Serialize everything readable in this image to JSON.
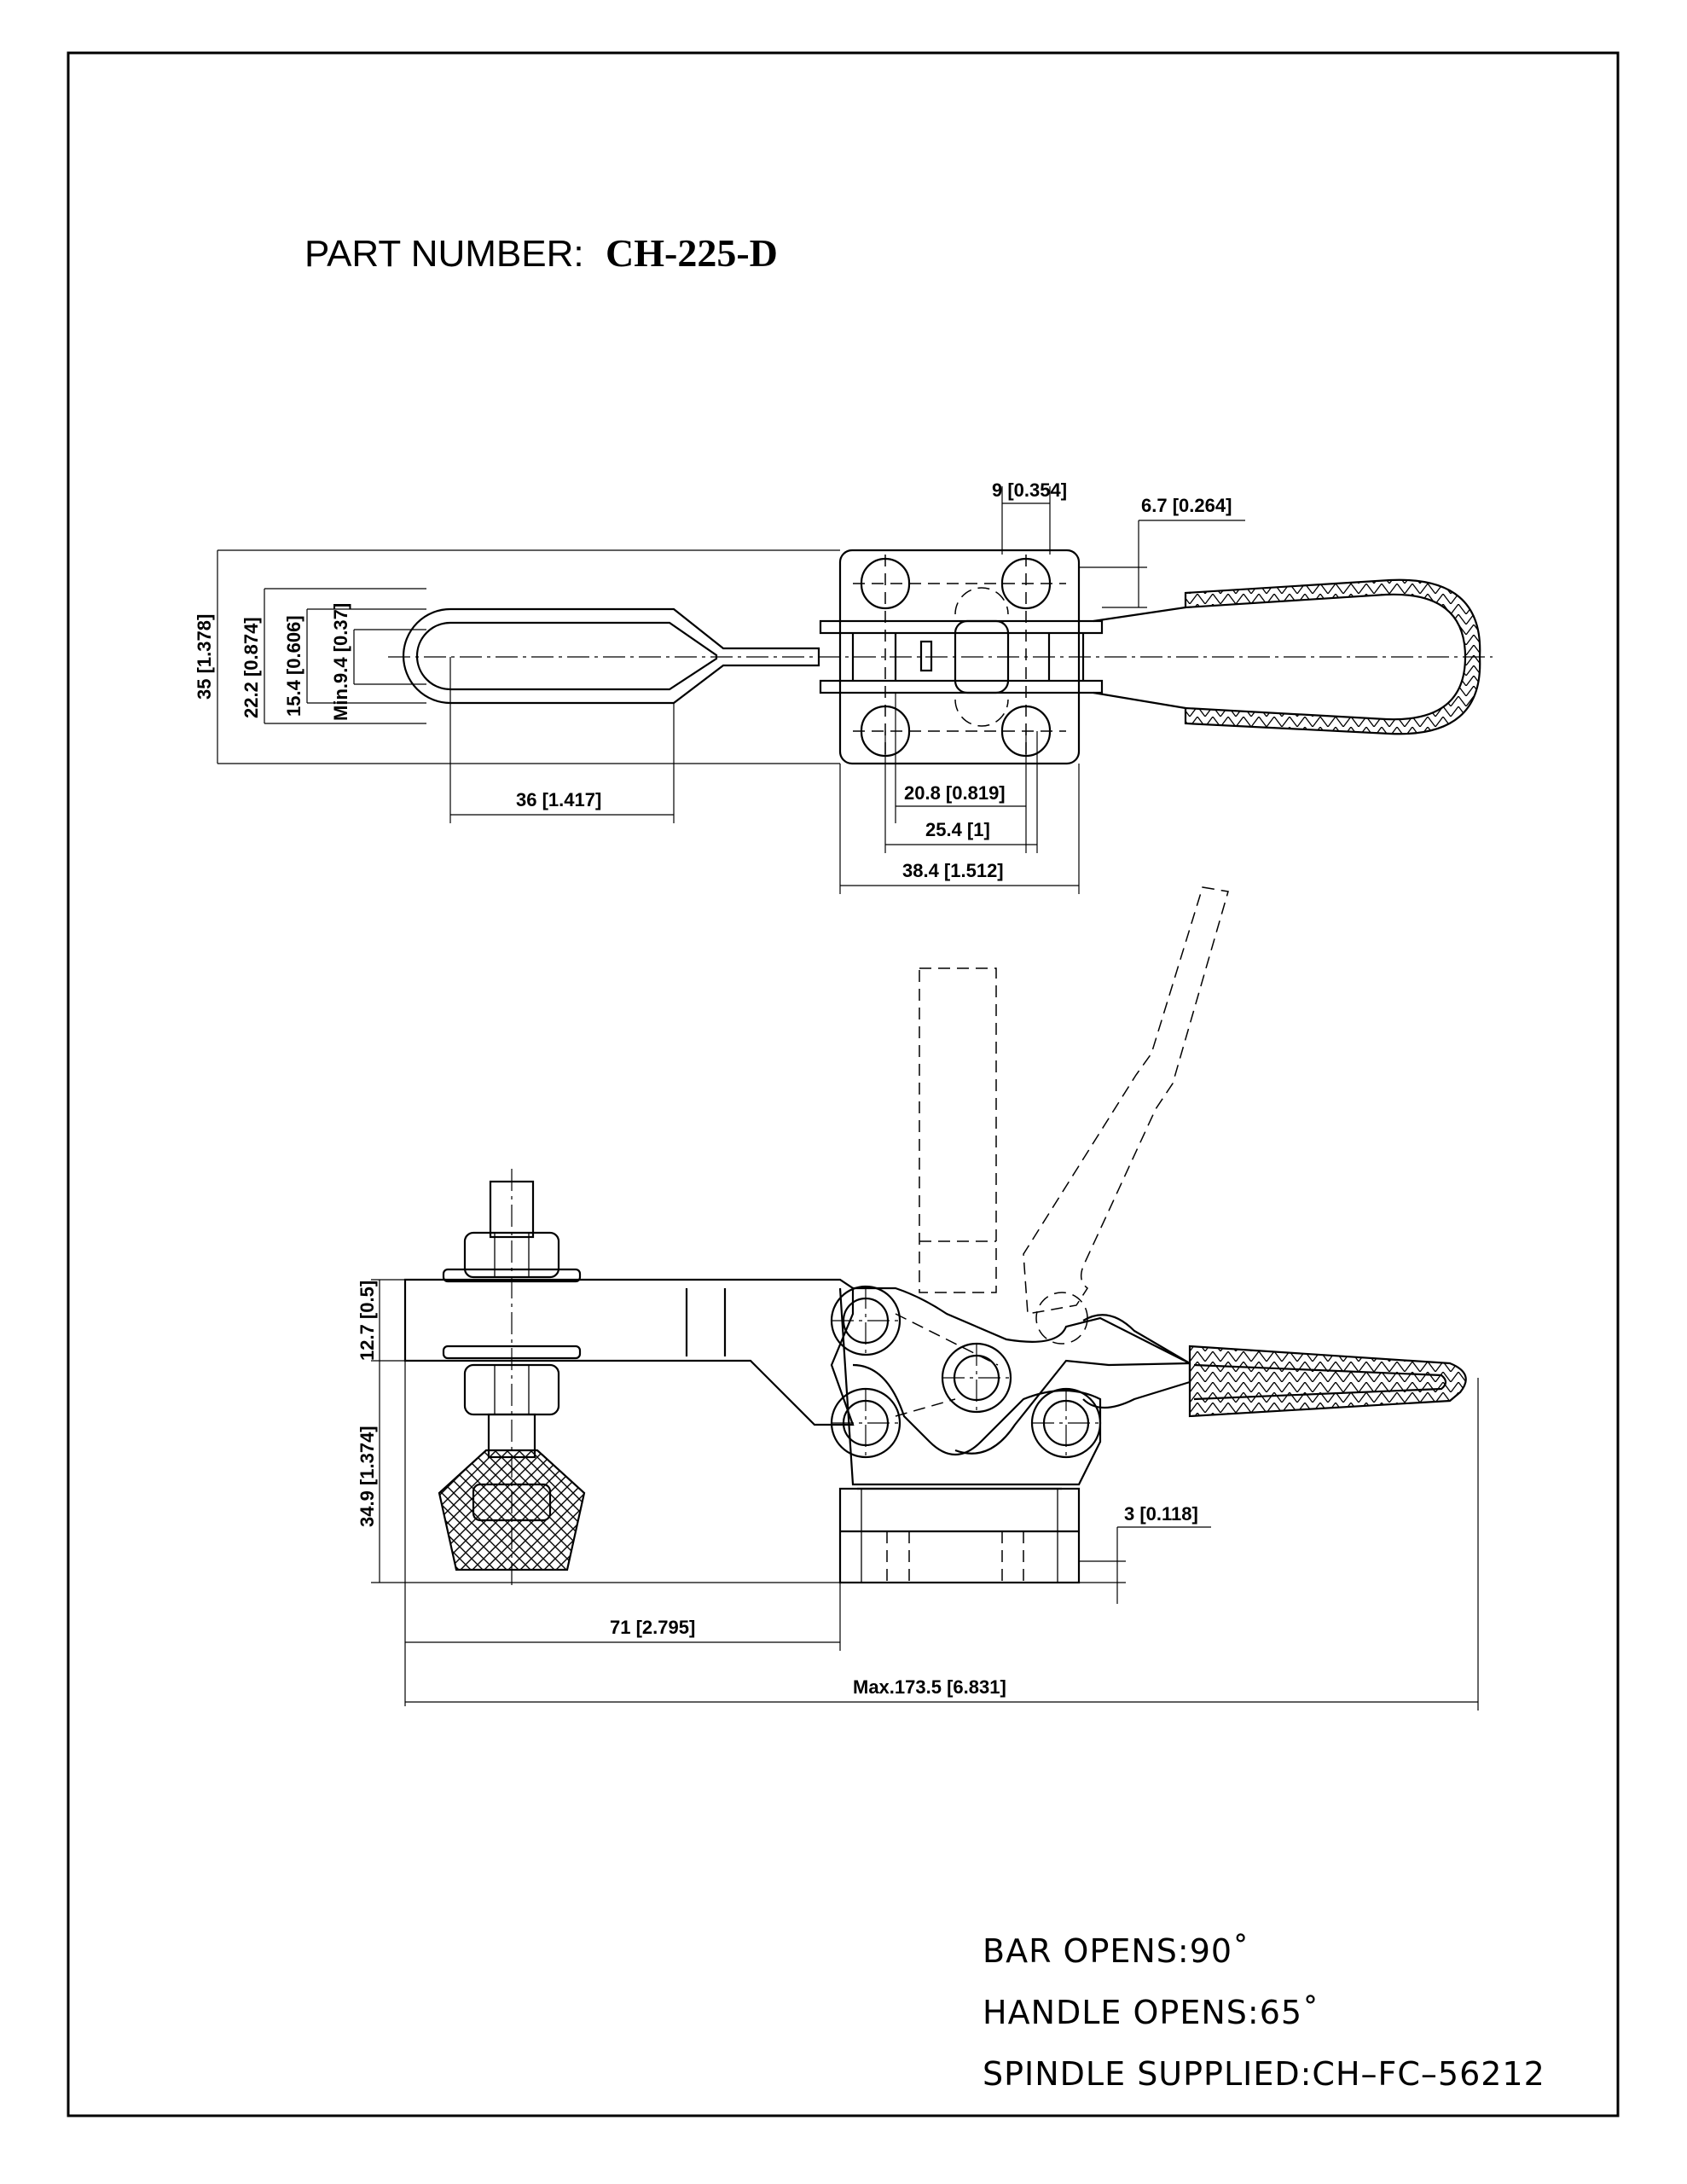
{
  "title": {
    "label": "PART NUMBER:",
    "part_number": "CH-225-D"
  },
  "top_view_dimensions": {
    "d_9": "9 [0.354]",
    "d_6_7": "6.7 [0.264]",
    "d_35": "35 [1.378]",
    "d_22_2": "22.2 [0.874]",
    "d_15_4": "15.4 [0.606]",
    "d_min_9_4": "Min.9.4 [0.37]",
    "d_36": "36 [1.417]",
    "d_20_8": "20.8 [0.819]",
    "d_25_4": "25.4 [1]",
    "d_38_4": "38.4 [1.512]"
  },
  "side_view_dimensions": {
    "d_12_7": "12.7 [0.5]",
    "d_34_9": "34.9 [1.374]",
    "d_3": "3 [0.118]",
    "d_71": "71 [2.795]",
    "d_max": "Max.173.5 [6.831]"
  },
  "notes": [
    "BAR OPENS:90˚",
    "HANDLE OPENS:65˚",
    "SPINDLE SUPPLIED:CH–FC–56212"
  ]
}
